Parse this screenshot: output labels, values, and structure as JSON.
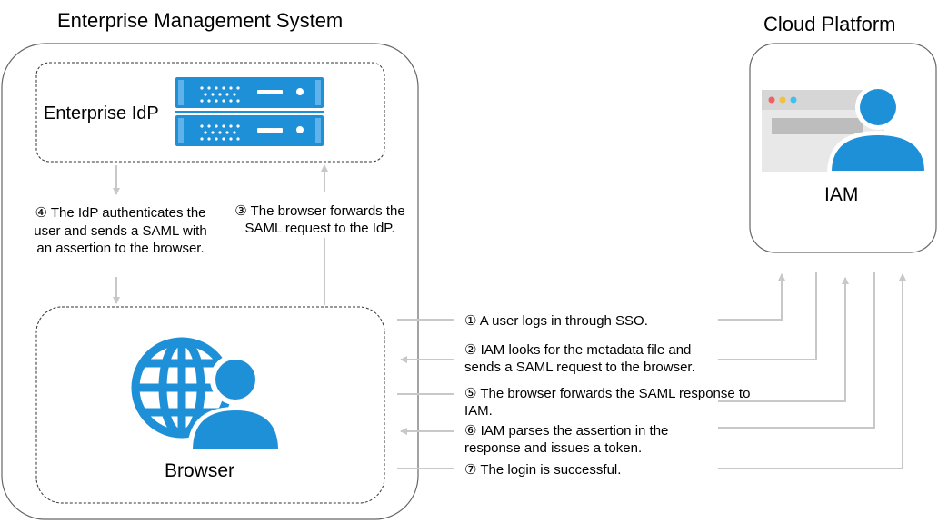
{
  "enterprise": {
    "title": "Enterprise Management System",
    "idp_label": "Enterprise IdP",
    "browser_label": "Browser"
  },
  "cloud": {
    "title": "Cloud Platform",
    "iam_label": "IAM"
  },
  "steps": {
    "s1": "① A user logs in through SSO.",
    "s2": "② IAM looks for the metadata file and sends a SAML request to the browser.",
    "s3": "③ The browser forwards the SAML request to the IdP.",
    "s4": "④ The IdP authenticates the user and sends a SAML with an assertion to the browser.",
    "s5": "⑤ The browser forwards the SAML response to IAM.",
    "s6": "⑥ IAM parses the assertion in the response and issues a token.",
    "s7": "⑦ The login is successful."
  },
  "icons": [
    "server-rack-icon",
    "globe-user-icon",
    "browser-window-user-icon"
  ],
  "colors": {
    "icon_blue": "#1e90d8",
    "arrow_gray": "#c8c8c8",
    "border": "#555555"
  }
}
